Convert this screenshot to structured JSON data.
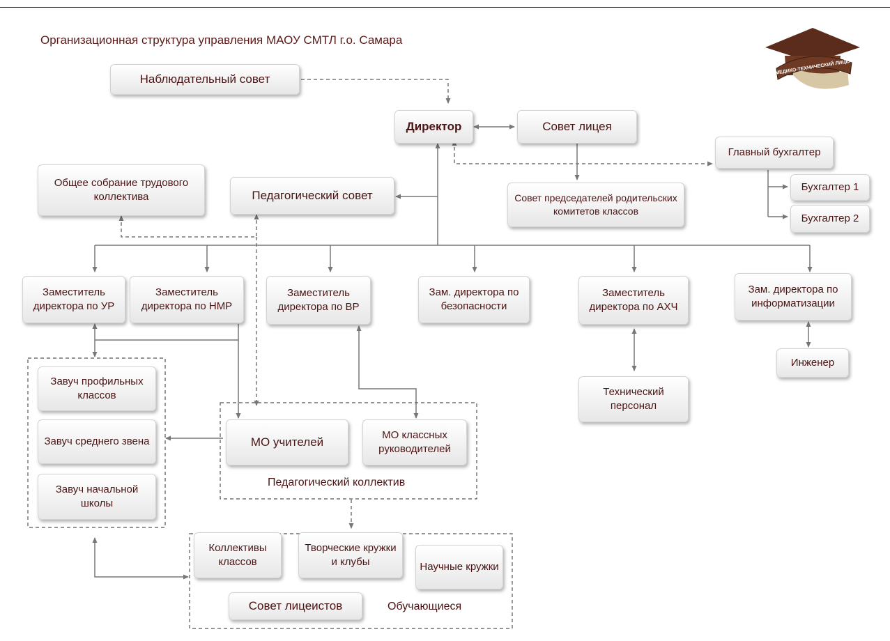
{
  "title": "Организационная структура управления МАОУ СМТЛ г.о. Самара",
  "logo": {
    "text": "МЕДИКО-ТЕХНИЧЕСКИЙ ЛИЦЕЙ"
  },
  "nodes": {
    "supervisory": "Наблюдательный совет",
    "director": "Директор",
    "lyceum_council": "Совет лицея",
    "chief_accountant": "Главный бухгалтер",
    "general_meeting": "Общее собрание трудового коллектива",
    "ped_council": "Педагогический совет",
    "parents_council": "Совет председателей родительских комитетов классов",
    "accountant_1": "Бухгалтер 1",
    "accountant_2": "Бухгалтер 2",
    "dep_ur": "Заместитель директора по УР",
    "dep_nmr": "Заместитель директора по НМР",
    "dep_vr": "Заместитель директора по ВР",
    "dep_security": "Зам. директора по безопасности",
    "dep_ahch": "Заместитель директора по АХЧ",
    "dep_it": "Зам. директора по информатизации",
    "engineer": "Инженер",
    "tech_staff": "Технический персонал",
    "head_profile": "Завуч профильных классов",
    "head_middle": "Завуч среднего звена",
    "head_primary": "Завуч начальной школы",
    "mo_teachers": "МО учителей",
    "mo_class": "МО классных руководителей",
    "class_collectives": "Коллективы классов",
    "creative_clubs": "Творческие кружки и клубы",
    "science_clubs": "Научные кружки",
    "students_council": "Совет лицеистов"
  },
  "groups": {
    "ped_collective": "Педагогический коллектив",
    "students": "Обучающиеся"
  },
  "colors": {
    "text": "#4a1414",
    "line": "#777777"
  }
}
